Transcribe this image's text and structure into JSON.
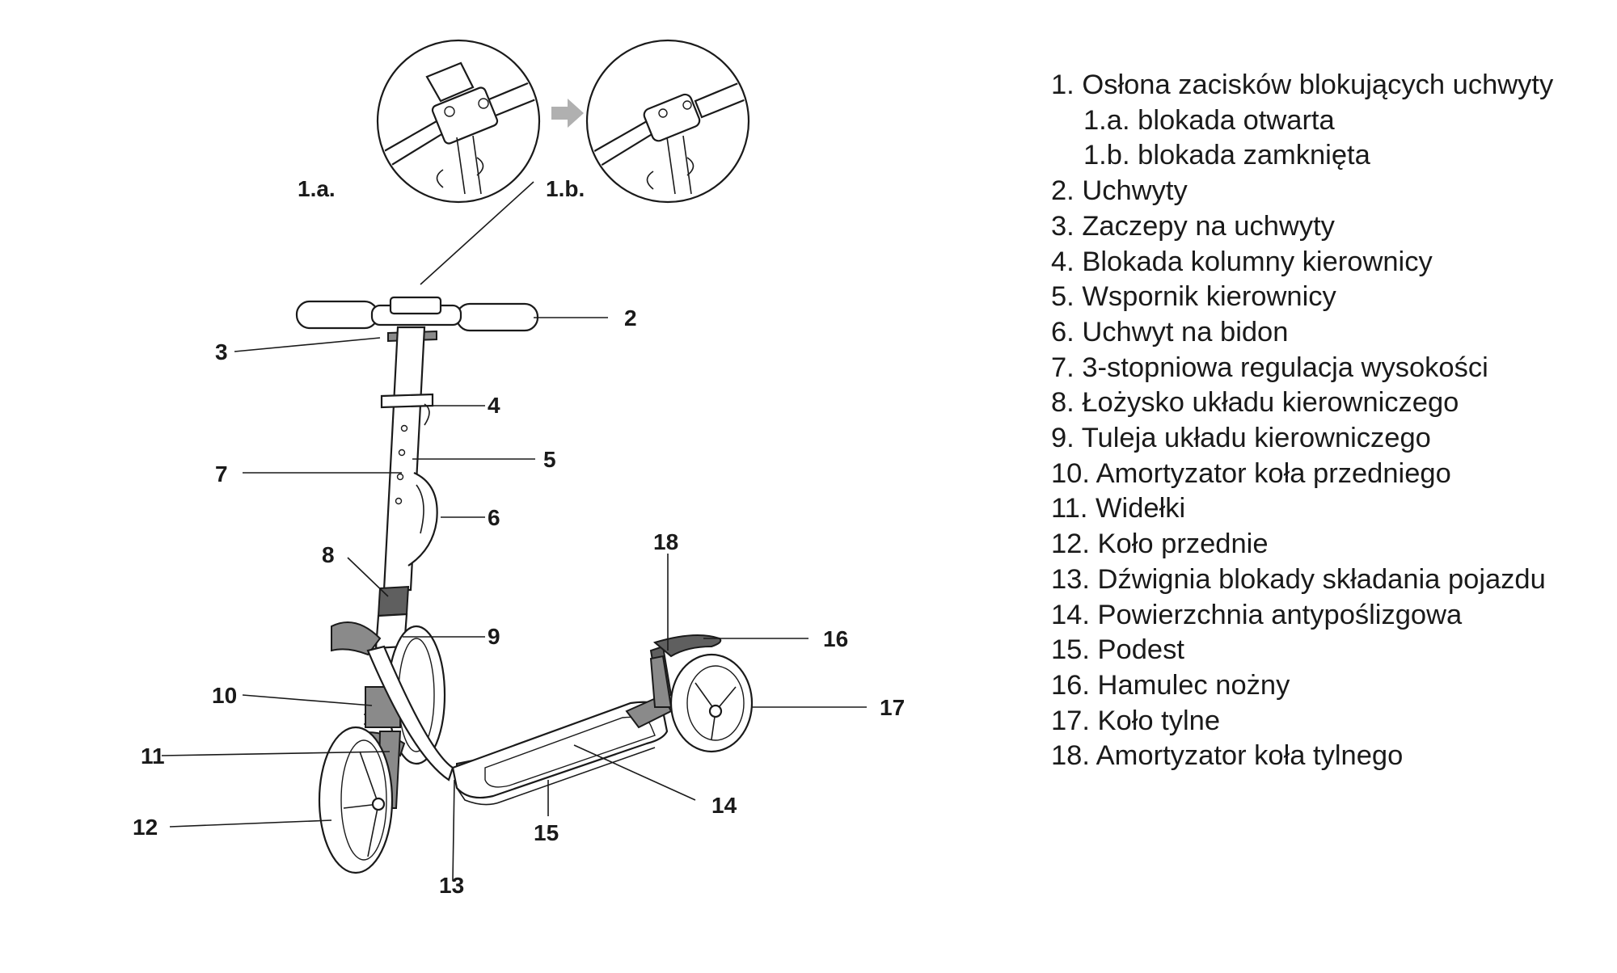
{
  "detail_labels": {
    "open": "1.a.",
    "closed": "1.b."
  },
  "callouts": [
    "2",
    "3",
    "4",
    "5",
    "6",
    "7",
    "8",
    "9",
    "10",
    "11",
    "12",
    "13",
    "14",
    "15",
    "16",
    "17",
    "18"
  ],
  "legend": [
    {
      "text": "1. Osłona zacisków blokujących uchwyty",
      "sub": false
    },
    {
      "text": "1.a. blokada otwarta",
      "sub": true
    },
    {
      "text": "1.b. blokada zamknięta",
      "sub": true
    },
    {
      "text": "2. Uchwyty",
      "sub": false
    },
    {
      "text": "3. Zaczepy na uchwyty",
      "sub": false
    },
    {
      "text": "4. Blokada kolumny kierownicy",
      "sub": false
    },
    {
      "text": "5. Wspornik kierownicy",
      "sub": false
    },
    {
      "text": "6. Uchwyt na bidon",
      "sub": false
    },
    {
      "text": "7. 3-stopniowa regulacja wysokości",
      "sub": false
    },
    {
      "text": "8. Łożysko układu kierowniczego",
      "sub": false
    },
    {
      "text": "9. Tuleja układu kierowniczego",
      "sub": false
    },
    {
      "text": "10. Amortyzator koła przedniego",
      "sub": false
    },
    {
      "text": "11. Widełki",
      "sub": false
    },
    {
      "text": "12. Koło przednie",
      "sub": false
    },
    {
      "text": "13. Dźwignia blokady składania pojazdu",
      "sub": false
    },
    {
      "text": "14. Powierzchnia antypoślizgowa",
      "sub": false
    },
    {
      "text": "15. Podest",
      "sub": false
    },
    {
      "text": "16. Hamulec nożny",
      "sub": false
    },
    {
      "text": "17. Koło tylne",
      "sub": false
    },
    {
      "text": "18. Amortyzator koła tylnego",
      "sub": false
    }
  ]
}
